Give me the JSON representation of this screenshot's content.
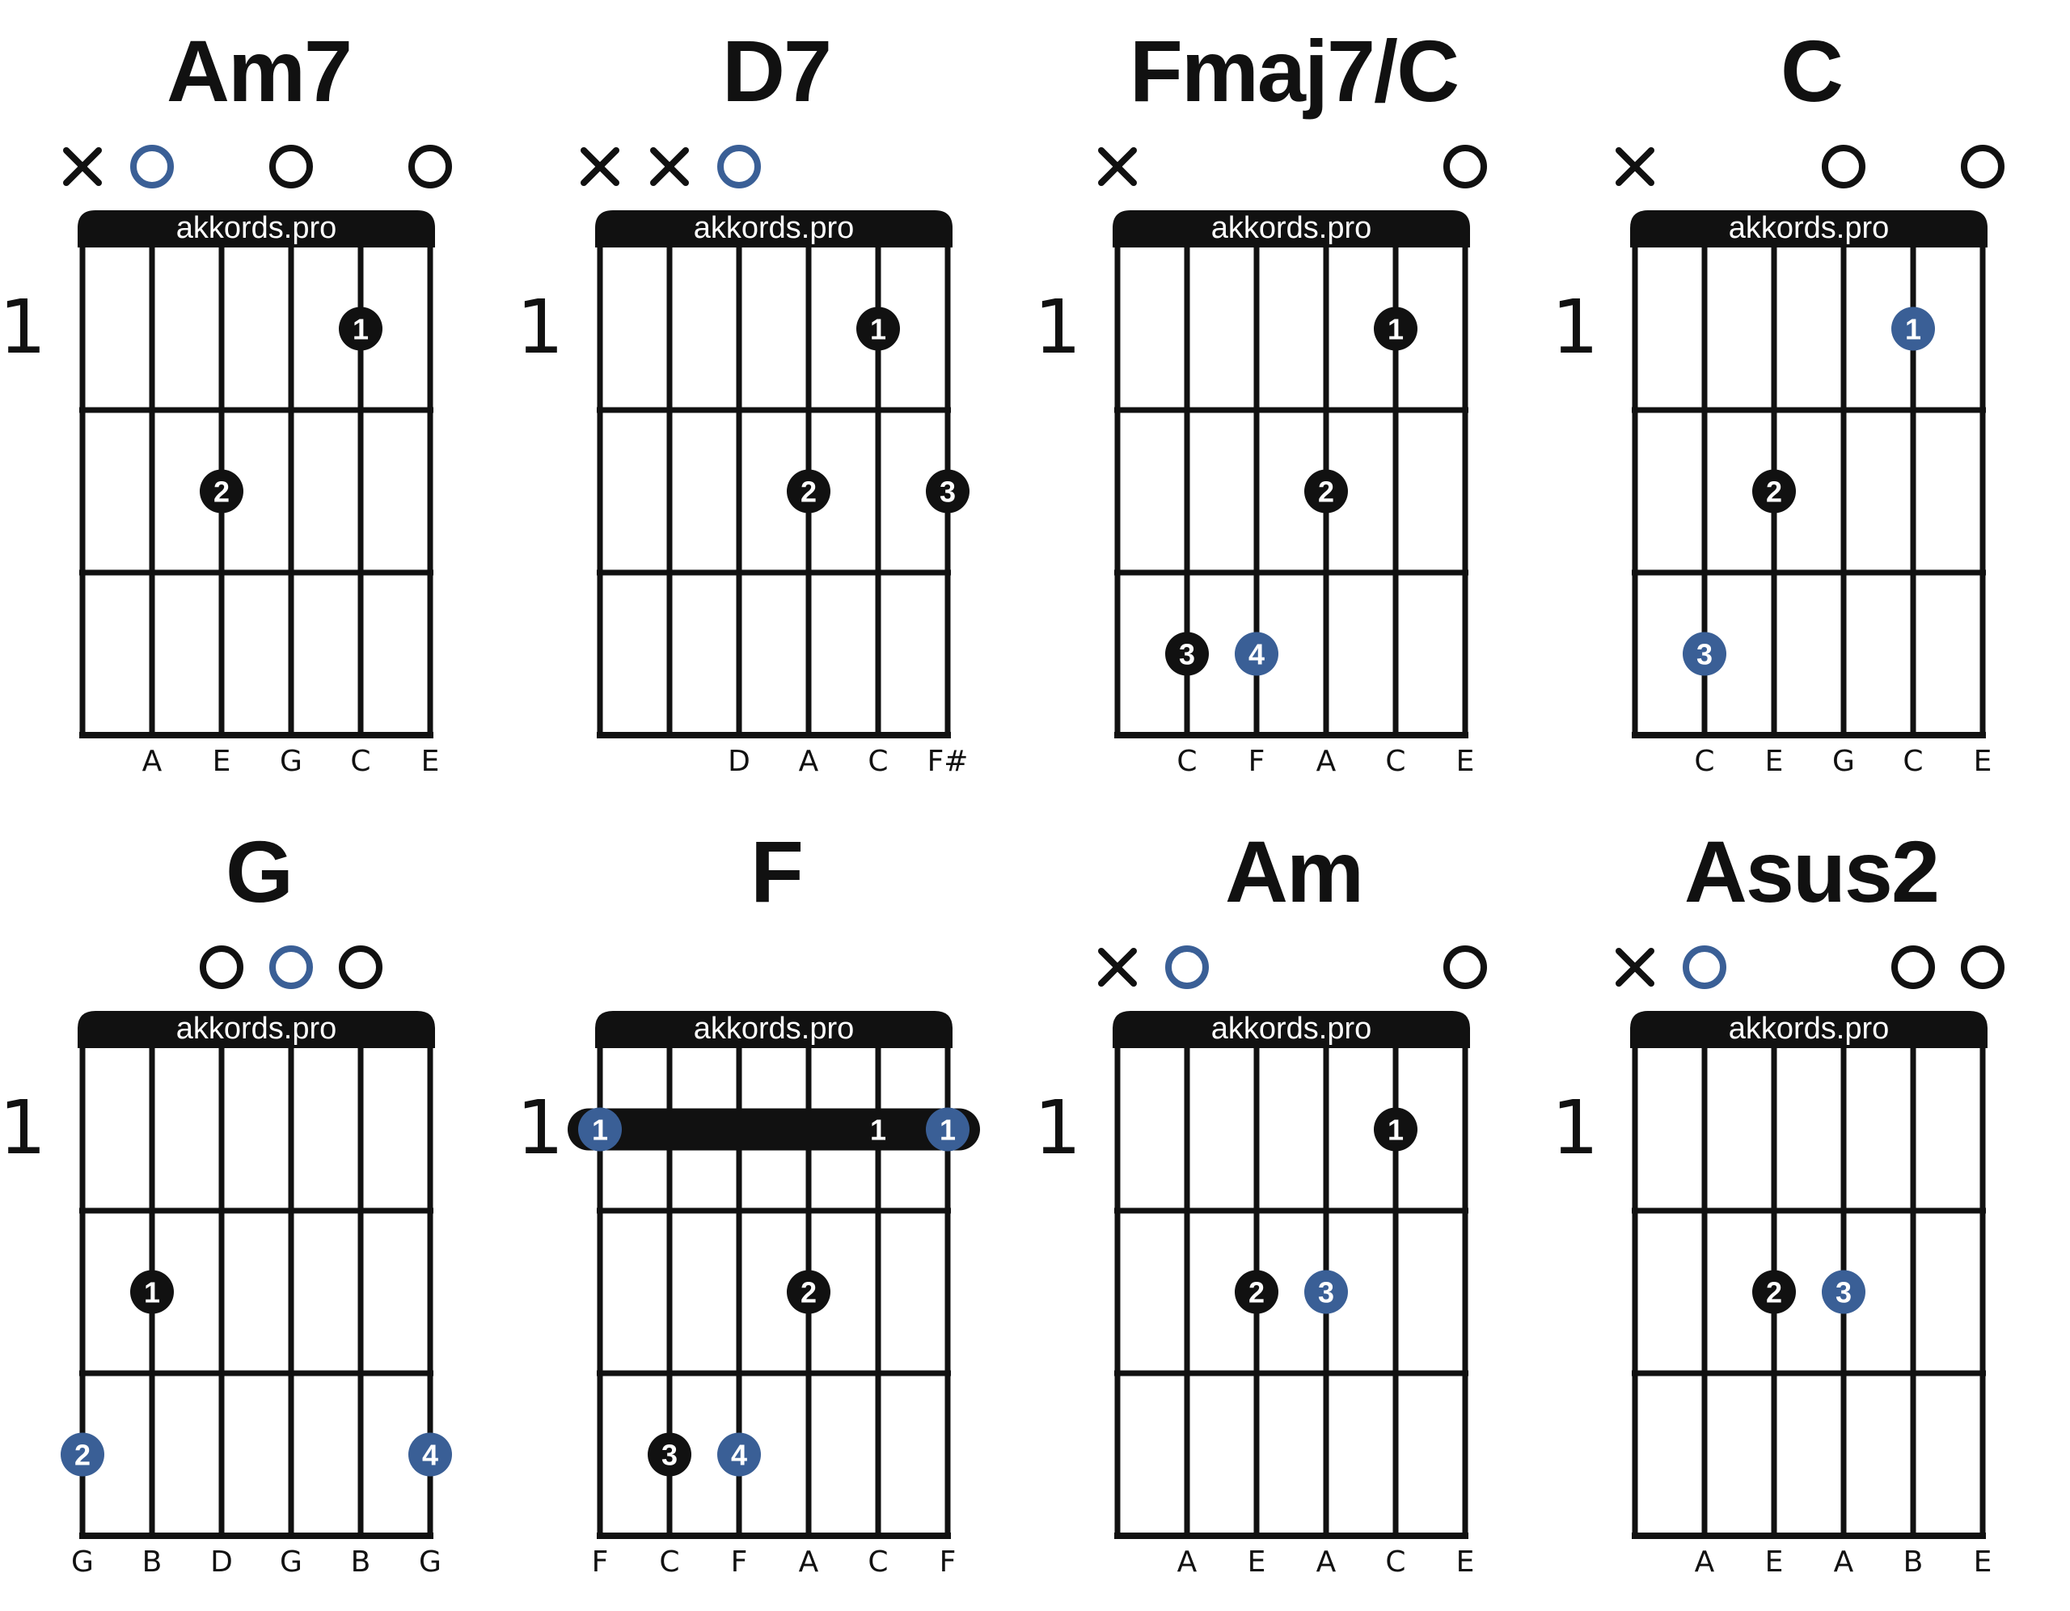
{
  "brand": "akkords.pro",
  "colors": {
    "black": "#111111",
    "blue": "#3a5f96",
    "white": "#ffffff"
  },
  "legend": {
    "muted": "×",
    "open": "○"
  },
  "chords": [
    {
      "name": "Am7",
      "start_fret": "1",
      "markers": [
        "x",
        "open-blue",
        "",
        "open",
        "",
        "open"
      ],
      "notes": [
        "",
        "A",
        "E",
        "G",
        "C",
        "E"
      ],
      "fingers": [
        {
          "string": 5,
          "fret": 1,
          "label": "1",
          "color": "black"
        },
        {
          "string": 3,
          "fret": 2,
          "label": "2",
          "color": "black"
        }
      ],
      "barre": null
    },
    {
      "name": "D7",
      "start_fret": "1",
      "markers": [
        "x",
        "x",
        "open-blue",
        "",
        "",
        ""
      ],
      "notes": [
        "",
        "",
        "D",
        "A",
        "C",
        "F#"
      ],
      "fingers": [
        {
          "string": 5,
          "fret": 1,
          "label": "1",
          "color": "black"
        },
        {
          "string": 4,
          "fret": 2,
          "label": "2",
          "color": "black"
        },
        {
          "string": 6,
          "fret": 2,
          "label": "3",
          "color": "black"
        }
      ],
      "barre": null
    },
    {
      "name": "Fmaj7/C",
      "start_fret": "1",
      "markers": [
        "x",
        "",
        "",
        "",
        "",
        "open"
      ],
      "notes": [
        "",
        "C",
        "F",
        "A",
        "C",
        "E"
      ],
      "fingers": [
        {
          "string": 5,
          "fret": 1,
          "label": "1",
          "color": "black"
        },
        {
          "string": 4,
          "fret": 2,
          "label": "2",
          "color": "black"
        },
        {
          "string": 2,
          "fret": 3,
          "label": "3",
          "color": "black"
        },
        {
          "string": 3,
          "fret": 3,
          "label": "4",
          "color": "blue"
        }
      ],
      "barre": null
    },
    {
      "name": "C",
      "start_fret": "1",
      "markers": [
        "x",
        "",
        "",
        "open",
        "",
        "open"
      ],
      "notes": [
        "",
        "C",
        "E",
        "G",
        "C",
        "E"
      ],
      "fingers": [
        {
          "string": 5,
          "fret": 1,
          "label": "1",
          "color": "blue"
        },
        {
          "string": 3,
          "fret": 2,
          "label": "2",
          "color": "black"
        },
        {
          "string": 2,
          "fret": 3,
          "label": "3",
          "color": "blue"
        }
      ],
      "barre": null
    },
    {
      "name": "G",
      "start_fret": "1",
      "markers": [
        "",
        "",
        "open",
        "open-blue",
        "open",
        ""
      ],
      "notes": [
        "G",
        "B",
        "D",
        "G",
        "B",
        "G"
      ],
      "fingers": [
        {
          "string": 2,
          "fret": 2,
          "label": "1",
          "color": "black"
        },
        {
          "string": 1,
          "fret": 3,
          "label": "2",
          "color": "blue"
        },
        {
          "string": 6,
          "fret": 3,
          "label": "4",
          "color": "blue"
        }
      ],
      "barre": null
    },
    {
      "name": "F",
      "start_fret": "1",
      "markers": [
        "",
        "",
        "",
        "",
        "",
        ""
      ],
      "notes": [
        "F",
        "C",
        "F",
        "A",
        "C",
        "F"
      ],
      "fingers": [
        {
          "string": 1,
          "fret": 1,
          "label": "1",
          "color": "blue"
        },
        {
          "string": 6,
          "fret": 1,
          "label": "1",
          "color": "blue"
        },
        {
          "string": 4,
          "fret": 2,
          "label": "2",
          "color": "black"
        },
        {
          "string": 2,
          "fret": 3,
          "label": "3",
          "color": "black"
        },
        {
          "string": 3,
          "fret": 3,
          "label": "4",
          "color": "blue"
        }
      ],
      "barre": {
        "fret": 1,
        "from": 1,
        "to": 6,
        "label": "1",
        "label_string": 5
      }
    },
    {
      "name": "Am",
      "start_fret": "1",
      "markers": [
        "x",
        "open-blue",
        "",
        "",
        "",
        "open"
      ],
      "notes": [
        "",
        "A",
        "E",
        "A",
        "C",
        "E"
      ],
      "fingers": [
        {
          "string": 5,
          "fret": 1,
          "label": "1",
          "color": "black"
        },
        {
          "string": 3,
          "fret": 2,
          "label": "2",
          "color": "black"
        },
        {
          "string": 4,
          "fret": 2,
          "label": "3",
          "color": "blue"
        }
      ],
      "barre": null
    },
    {
      "name": "Asus2",
      "start_fret": "1",
      "markers": [
        "x",
        "open-blue",
        "",
        "",
        "open",
        "open"
      ],
      "notes": [
        "",
        "A",
        "E",
        "A",
        "B",
        "E"
      ],
      "fingers": [
        {
          "string": 3,
          "fret": 2,
          "label": "2",
          "color": "black"
        },
        {
          "string": 4,
          "fret": 2,
          "label": "3",
          "color": "blue"
        }
      ],
      "barre": null
    }
  ]
}
